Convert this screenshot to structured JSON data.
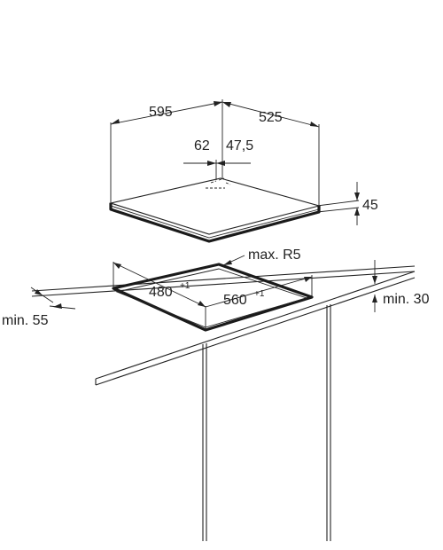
{
  "dimensions": {
    "width": "595",
    "depth": "525",
    "offset_left": "62",
    "offset_right": "47,5",
    "height": "45",
    "radius": "max. R5",
    "cutout_depth": "480",
    "cutout_depth_tol": "+1",
    "cutout_width": "560",
    "cutout_width_tol": "+1",
    "min_front": "min. 55",
    "min_worktop": "min. 30"
  }
}
